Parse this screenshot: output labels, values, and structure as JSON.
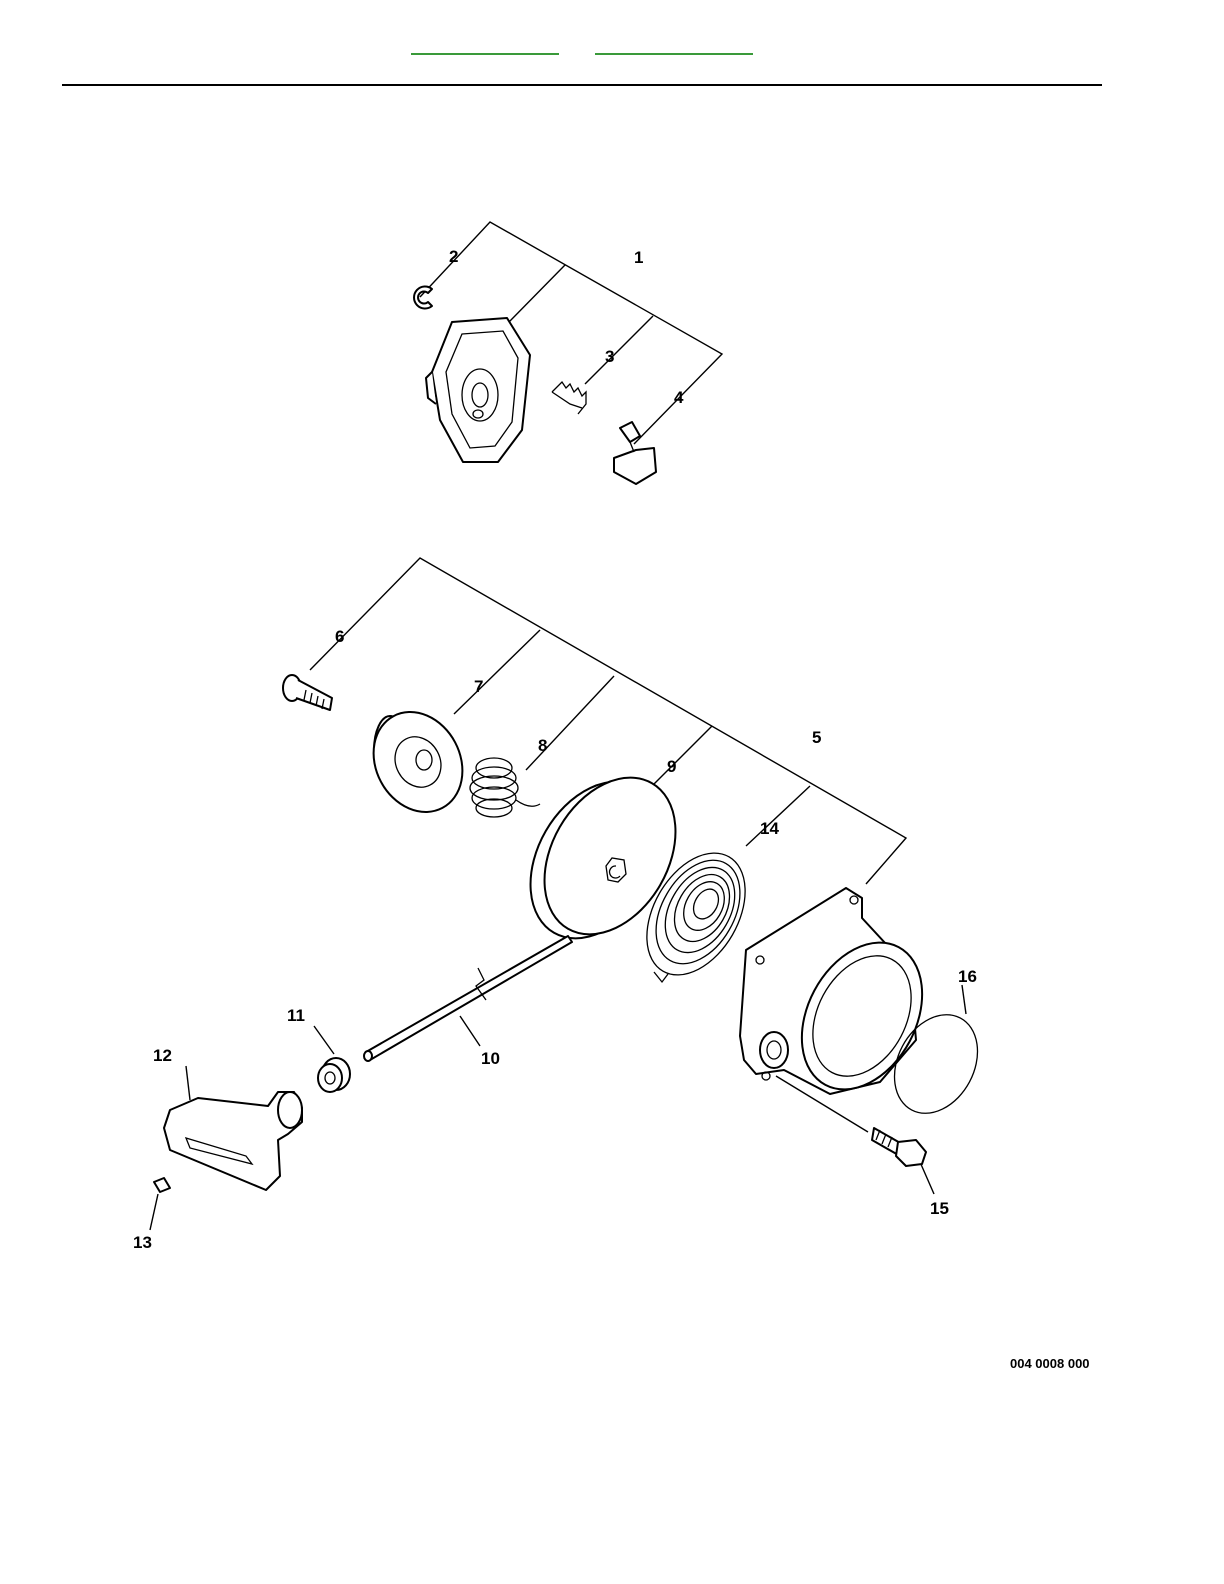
{
  "nav": {
    "links": [
      "",
      ""
    ]
  },
  "callouts": [
    "1",
    "2",
    "3",
    "4",
    "5",
    "6",
    "7",
    "8",
    "9",
    "10",
    "11",
    "12",
    "13",
    "14",
    "15",
    "16"
  ],
  "figure_code": "004 0008 000"
}
